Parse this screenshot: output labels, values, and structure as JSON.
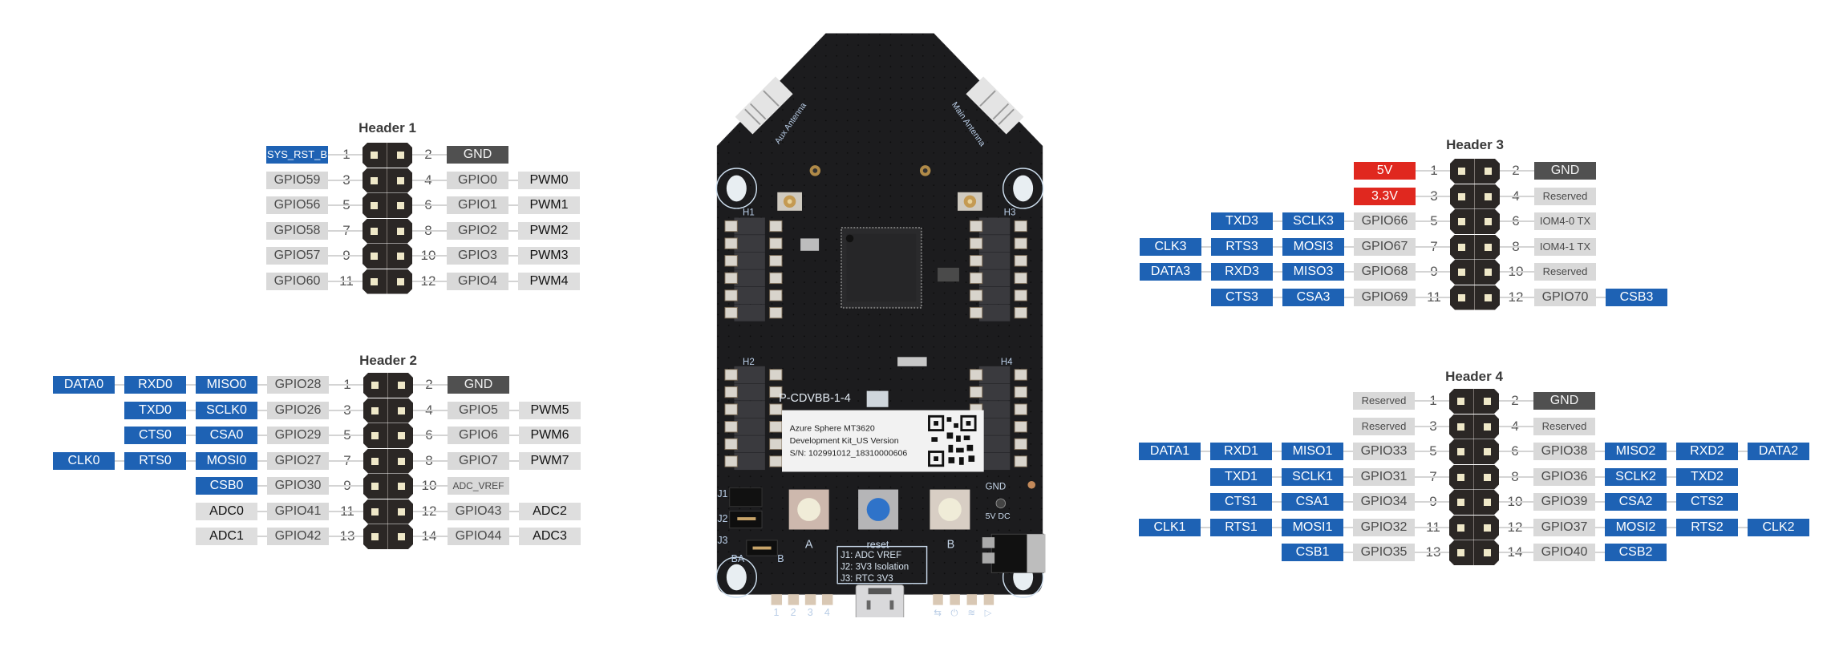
{
  "headers": [
    {
      "id": "h1",
      "title": "Header 1",
      "rows": [
        {
          "left": [
            {
              "t": "SYS_RST_B",
              "c": "blue",
              "s": "small"
            }
          ],
          "ln": "1",
          "rn": "2",
          "right": [
            {
              "t": "GND",
              "c": "dark"
            }
          ]
        },
        {
          "left": [
            {
              "t": "GPIO59",
              "c": "gray"
            }
          ],
          "ln": "3",
          "rn": "4",
          "right": [
            {
              "t": "GPIO0",
              "c": "gray"
            },
            {
              "t": "PWM0",
              "c": "pwm"
            }
          ]
        },
        {
          "left": [
            {
              "t": "GPIO56",
              "c": "gray"
            }
          ],
          "ln": "5",
          "rn": "6",
          "right": [
            {
              "t": "GPIO1",
              "c": "gray"
            },
            {
              "t": "PWM1",
              "c": "pwm"
            }
          ]
        },
        {
          "left": [
            {
              "t": "GPIO58",
              "c": "gray"
            }
          ],
          "ln": "7",
          "rn": "8",
          "right": [
            {
              "t": "GPIO2",
              "c": "gray"
            },
            {
              "t": "PWM2",
              "c": "pwm"
            }
          ]
        },
        {
          "left": [
            {
              "t": "GPIO57",
              "c": "gray"
            }
          ],
          "ln": "9",
          "rn": "10",
          "right": [
            {
              "t": "GPIO3",
              "c": "gray"
            },
            {
              "t": "PWM3",
              "c": "pwm"
            }
          ]
        },
        {
          "left": [
            {
              "t": "GPIO60",
              "c": "gray"
            }
          ],
          "ln": "11",
          "rn": "12",
          "right": [
            {
              "t": "GPIO4",
              "c": "gray"
            },
            {
              "t": "PWM4",
              "c": "pwm"
            }
          ]
        }
      ]
    },
    {
      "id": "h2",
      "title": "Header 2",
      "rows": [
        {
          "left": [
            {
              "t": "GPIO28",
              "c": "gray"
            },
            {
              "t": "MISO0",
              "c": "blue"
            },
            {
              "t": "RXD0",
              "c": "blue"
            },
            {
              "t": "DATA0",
              "c": "blue"
            }
          ],
          "ln": "1",
          "rn": "2",
          "right": [
            {
              "t": "GND",
              "c": "dark"
            }
          ]
        },
        {
          "left": [
            {
              "t": "GPIO26",
              "c": "gray"
            },
            {
              "t": "SCLK0",
              "c": "blue"
            },
            {
              "t": "TXD0",
              "c": "blue"
            }
          ],
          "ln": "3",
          "rn": "4",
          "right": [
            {
              "t": "GPIO5",
              "c": "gray"
            },
            {
              "t": "PWM5",
              "c": "pwm"
            }
          ]
        },
        {
          "left": [
            {
              "t": "GPIO29",
              "c": "gray"
            },
            {
              "t": "CSA0",
              "c": "blue"
            },
            {
              "t": "CTS0",
              "c": "blue"
            }
          ],
          "ln": "5",
          "rn": "6",
          "right": [
            {
              "t": "GPIO6",
              "c": "gray"
            },
            {
              "t": "PWM6",
              "c": "pwm"
            }
          ]
        },
        {
          "left": [
            {
              "t": "GPIO27",
              "c": "gray"
            },
            {
              "t": "MOSI0",
              "c": "blue"
            },
            {
              "t": "RTS0",
              "c": "blue"
            },
            {
              "t": "CLK0",
              "c": "blue"
            }
          ],
          "ln": "7",
          "rn": "8",
          "right": [
            {
              "t": "GPIO7",
              "c": "gray"
            },
            {
              "t": "PWM7",
              "c": "pwm"
            }
          ]
        },
        {
          "left": [
            {
              "t": "GPIO30",
              "c": "gray"
            },
            {
              "t": "CSB0",
              "c": "blue"
            }
          ],
          "ln": "9",
          "rn": "10",
          "right": [
            {
              "t": "ADC_VREF",
              "c": "gray",
              "s": "tiny"
            }
          ]
        },
        {
          "left": [
            {
              "t": "GPIO41",
              "c": "gray"
            },
            {
              "t": "ADC0",
              "c": "pwm"
            }
          ],
          "ln": "11",
          "rn": "12",
          "right": [
            {
              "t": "GPIO43",
              "c": "gray"
            },
            {
              "t": "ADC2",
              "c": "pwm"
            }
          ]
        },
        {
          "left": [
            {
              "t": "GPIO42",
              "c": "gray"
            },
            {
              "t": "ADC1",
              "c": "pwm"
            }
          ],
          "ln": "13",
          "rn": "14",
          "right": [
            {
              "t": "GPIO44",
              "c": "gray"
            },
            {
              "t": "ADC3",
              "c": "pwm"
            }
          ]
        }
      ]
    },
    {
      "id": "h3",
      "title": "Header 3",
      "rows": [
        {
          "left": [
            {
              "t": "5V",
              "c": "red"
            }
          ],
          "ln": "1",
          "rn": "2",
          "right": [
            {
              "t": "GND",
              "c": "dark"
            }
          ]
        },
        {
          "left": [
            {
              "t": "3.3V",
              "c": "red"
            }
          ],
          "ln": "3",
          "rn": "4",
          "right": [
            {
              "t": "Reserved",
              "c": "gray",
              "s": "small"
            }
          ]
        },
        {
          "left": [
            {
              "t": "GPIO66",
              "c": "gray"
            },
            {
              "t": "SCLK3",
              "c": "blue"
            },
            {
              "t": "TXD3",
              "c": "blue"
            }
          ],
          "ln": "5",
          "rn": "6",
          "right": [
            {
              "t": "IOM4-0 TX",
              "c": "gray",
              "s": "small"
            }
          ]
        },
        {
          "left": [
            {
              "t": "GPIO67",
              "c": "gray"
            },
            {
              "t": "MOSI3",
              "c": "blue"
            },
            {
              "t": "RTS3",
              "c": "blue"
            },
            {
              "t": "CLK3",
              "c": "blue"
            }
          ],
          "ln": "7",
          "rn": "8",
          "right": [
            {
              "t": "IOM4-1 TX",
              "c": "gray",
              "s": "small"
            }
          ]
        },
        {
          "left": [
            {
              "t": "GPIO68",
              "c": "gray"
            },
            {
              "t": "MISO3",
              "c": "blue"
            },
            {
              "t": "RXD3",
              "c": "blue"
            },
            {
              "t": "DATA3",
              "c": "blue"
            }
          ],
          "ln": "9",
          "rn": "10",
          "right": [
            {
              "t": "Reserved",
              "c": "gray",
              "s": "small"
            }
          ]
        },
        {
          "left": [
            {
              "t": "GPIO69",
              "c": "gray"
            },
            {
              "t": "CSA3",
              "c": "blue"
            },
            {
              "t": "CTS3",
              "c": "blue"
            }
          ],
          "ln": "11",
          "rn": "12",
          "right": [
            {
              "t": "GPIO70",
              "c": "gray"
            },
            {
              "t": "CSB3",
              "c": "blue"
            }
          ]
        }
      ]
    },
    {
      "id": "h4",
      "title": "Header 4",
      "rows": [
        {
          "left": [
            {
              "t": "Reserved",
              "c": "gray",
              "s": "small"
            }
          ],
          "ln": "1",
          "rn": "2",
          "right": [
            {
              "t": "GND",
              "c": "dark"
            }
          ]
        },
        {
          "left": [
            {
              "t": "Reserved",
              "c": "gray",
              "s": "small"
            }
          ],
          "ln": "3",
          "rn": "4",
          "right": [
            {
              "t": "Reserved",
              "c": "gray",
              "s": "small"
            }
          ]
        },
        {
          "left": [
            {
              "t": "GPIO33",
              "c": "gray"
            },
            {
              "t": "MISO1",
              "c": "blue"
            },
            {
              "t": "RXD1",
              "c": "blue"
            },
            {
              "t": "DATA1",
              "c": "blue"
            }
          ],
          "ln": "5",
          "rn": "6",
          "right": [
            {
              "t": "GPIO38",
              "c": "gray"
            },
            {
              "t": "MISO2",
              "c": "blue"
            },
            {
              "t": "RXD2",
              "c": "blue"
            },
            {
              "t": "DATA2",
              "c": "blue"
            }
          ]
        },
        {
          "left": [
            {
              "t": "GPIO31",
              "c": "gray"
            },
            {
              "t": "SCLK1",
              "c": "blue"
            },
            {
              "t": "TXD1",
              "c": "blue"
            }
          ],
          "ln": "7",
          "rn": "8",
          "right": [
            {
              "t": "GPIO36",
              "c": "gray"
            },
            {
              "t": "SCLK2",
              "c": "blue"
            },
            {
              "t": "TXD2",
              "c": "blue"
            }
          ]
        },
        {
          "left": [
            {
              "t": "GPIO34",
              "c": "gray"
            },
            {
              "t": "CSA1",
              "c": "blue"
            },
            {
              "t": "CTS1",
              "c": "blue"
            }
          ],
          "ln": "9",
          "rn": "10",
          "right": [
            {
              "t": "GPIO39",
              "c": "gray"
            },
            {
              "t": "CSA2",
              "c": "blue"
            },
            {
              "t": "CTS2",
              "c": "blue"
            }
          ]
        },
        {
          "left": [
            {
              "t": "GPIO32",
              "c": "gray"
            },
            {
              "t": "MOSI1",
              "c": "blue"
            },
            {
              "t": "RTS1",
              "c": "blue"
            },
            {
              "t": "CLK1",
              "c": "blue"
            }
          ],
          "ln": "11",
          "rn": "12",
          "right": [
            {
              "t": "GPIO37",
              "c": "gray"
            },
            {
              "t": "MOSI2",
              "c": "blue"
            },
            {
              "t": "RTS2",
              "c": "blue"
            },
            {
              "t": "CLK2",
              "c": "blue"
            }
          ]
        },
        {
          "left": [
            {
              "t": "GPIO35",
              "c": "gray"
            },
            {
              "t": "CSB1",
              "c": "blue"
            }
          ],
          "ln": "13",
          "rn": "14",
          "right": [
            {
              "t": "GPIO40",
              "c": "gray"
            },
            {
              "t": "CSB2",
              "c": "blue"
            }
          ]
        }
      ]
    }
  ],
  "board": {
    "aux_antenna": "Aux Antenna",
    "main_antenna": "Main Antenna",
    "h1": "H1",
    "h2": "H2",
    "h3": "H3",
    "h4": "H4",
    "part_no": "P-CDVBB-1-4",
    "label_line1": "Azure Sphere MT3620",
    "label_line2": "Development Kit_US Version",
    "label_line3": "S/N: 102991012_18310000606",
    "j1": "J1",
    "j2": "J2",
    "j3": "J3",
    "ba": "BA",
    "b_small": "B",
    "btn_a": "A",
    "btn_reset": "reset",
    "btn_b": "B",
    "gnd": "GND",
    "dc5v": "5V DC",
    "jumper_line1": "J1: ADC VREF",
    "jumper_line2": "J2: 3V3 Isolation",
    "jumper_line3": "J3: RTC 3V3",
    "led_labels": [
      "1",
      "2",
      "3",
      "4"
    ],
    "status_icons": [
      "app-icon",
      "power-icon",
      "wifi-icon",
      "play-icon"
    ]
  },
  "colors": {
    "blue": "#1e62b4",
    "red": "#e0281f",
    "dark": "#505050",
    "gray": "#d9d9d9",
    "board": "#1c1c1e"
  }
}
